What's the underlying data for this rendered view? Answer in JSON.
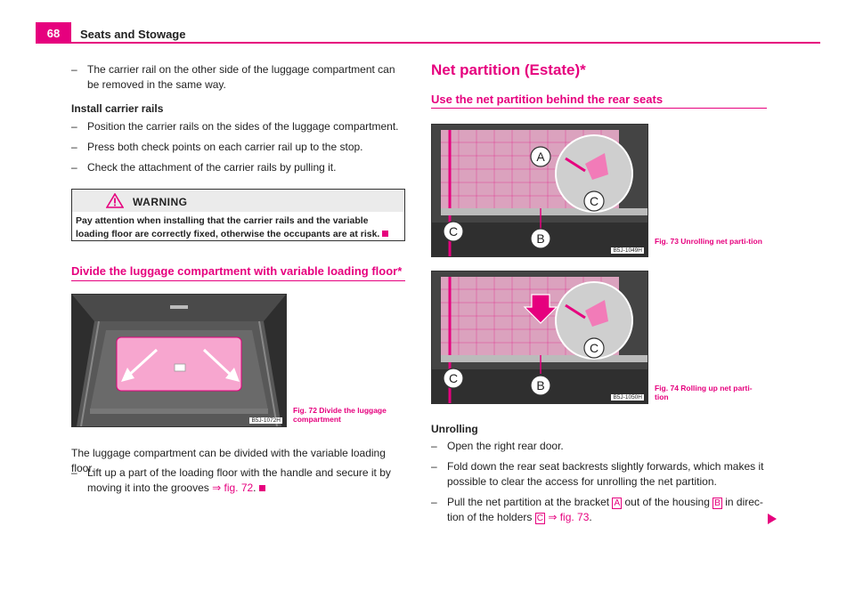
{
  "header": {
    "page_number": "68",
    "section": "Seats and Stowage"
  },
  "left": {
    "intro_dash": "The carrier rail on the other side of the luggage compartment can be removed in the same way.",
    "install_heading": "Install carrier rails",
    "install_steps": [
      "Position the carrier rails on the sides of the luggage compartment.",
      "Press both check points on each carrier rail up to the stop.",
      "Check the attachment of the carrier rails by pulling it."
    ],
    "warning_title": "WARNING",
    "warning_text": "Pay attention when installing that the carrier rails and the variable loading floor are correctly fixed, otherwise the occupants are at risk.",
    "divide_heading": "Divide the luggage compartment with variable loading floor*",
    "fig72_code": "B5J-1072H",
    "fig72_caption": "Fig. 72   Divide the luggage compartment",
    "divide_text": "The luggage compartment can be divided with the variable loading floor.",
    "divide_step_text": "Lift up a part of the loading floor with the handle and secure it by moving it into the grooves",
    "divide_step_ref": "⇒ fig. 72"
  },
  "right": {
    "title": "Net partition (Estate)*",
    "subheading": "Use the net partition behind the rear seats",
    "fig73_code": "B5J-1049H",
    "fig73_caption": "Fig. 73   Unrolling net parti-tion",
    "fig74_code": "B5J-1050H",
    "fig74_caption": "Fig. 74   Rolling up net parti-tion",
    "unroll_heading": "Unrolling",
    "unroll_step1": "Open the right rear door.",
    "unroll_step2": "Fold down the rear seat backrests slightly forwards, which makes it possible to clear the access for unrolling the net partition.",
    "unroll_step3_a": "Pull the net partition at the bracket",
    "unroll_step3_b": "out of the housing",
    "unroll_step3_c": "in direc-tion of the holders",
    "unroll_step3_ref": "⇒ fig. 73",
    "key_a": "A",
    "key_b": "B",
    "key_c": "C",
    "callout_a": "A",
    "callout_b": "B",
    "callout_c": "C"
  },
  "colors": {
    "accent": "#e6007e",
    "warning_bg": "#ebebeb"
  }
}
